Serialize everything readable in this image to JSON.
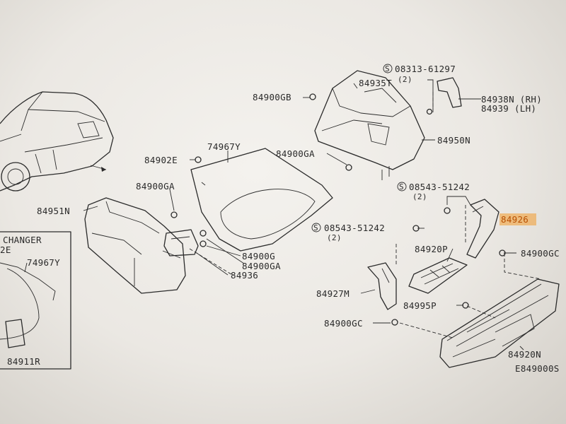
{
  "labels": {
    "l_84900gb": "84900GB",
    "l_84935t": "84935T",
    "l_08313_61297": "08313-61297",
    "l_08313_qty": "(2)",
    "l_84938n": "84938N (RH)",
    "l_84939": "84939  (LH)",
    "l_84950n": "84950N",
    "l_84900ga_top": "84900GA",
    "l_74967y_mid": "74967Y",
    "l_84902e": "84902E",
    "l_84900ga_left": "84900GA",
    "l_84951n": "84951N",
    "l_84900g": "84900G",
    "l_84900ga_low": "84900GA",
    "l_84936": "84936",
    "l_08543_51242_a": "08543-51242",
    "l_08543_a_qty": "(2)",
    "l_84926": "84926",
    "l_84900gc_right": "84900GC",
    "l_08543_51242_b": "08543-51242",
    "l_08543_b_qty": "(2)",
    "l_84920p": "84920P",
    "l_84927m": "84927M",
    "l_84995p": "84995P",
    "l_84900gc_low": "84900GC",
    "l_84920n": "84920N",
    "l_changer": "CHANGER",
    "l_2e": "2E",
    "l_74967y_inset": "74967Y",
    "l_84911r": "84911R",
    "l_diagram_code": "E849000S"
  },
  "highlight_color": "#b84f00",
  "line_color": "#2b2b2b"
}
